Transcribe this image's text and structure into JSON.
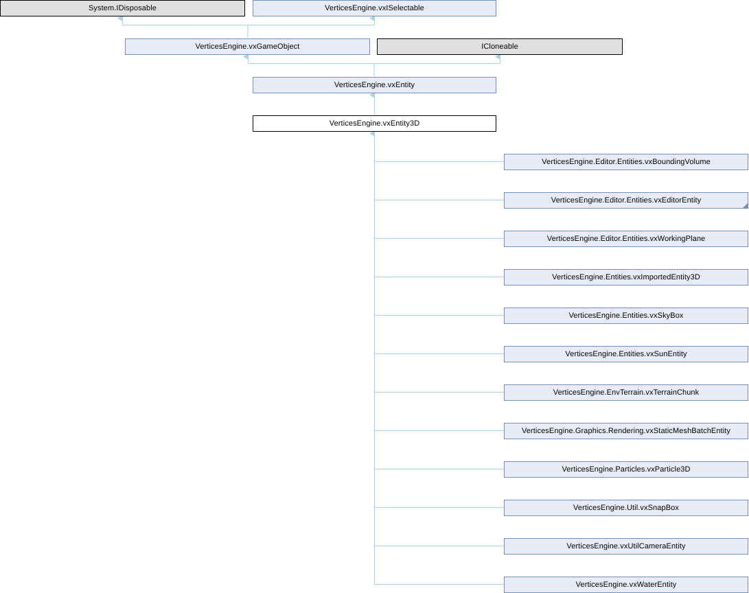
{
  "diagram": {
    "kind": "inheritance-diagram",
    "title": "VerticesEngine.vxEntity3D",
    "edge_color": "#a8d2e6",
    "arrow_color": "#a8d2e6",
    "lib_fill": "#e7ebf6",
    "lib_border": "#7c8cba",
    "ext_fill": "#e0e0e0",
    "ext_border": "#000000",
    "current_fill": "#ffffff",
    "current_border": "#000000"
  },
  "nodes": {
    "idisposable": {
      "label": "System.IDisposable"
    },
    "vxiselectable": {
      "label": "VerticesEngine.vxISelectable"
    },
    "vxgameobject": {
      "label": "VerticesEngine.vxGameObject"
    },
    "icloneable": {
      "label": "ICloneable"
    },
    "vxentity": {
      "label": "VerticesEngine.vxEntity"
    },
    "vxentity3d": {
      "label": "VerticesEngine.vxEntity3D"
    }
  },
  "derived": [
    {
      "label": "VerticesEngine.Editor.Entities.vxBoundingVolume"
    },
    {
      "label": "VerticesEngine.Editor.Entities.vxEditorEntity"
    },
    {
      "label": "VerticesEngine.Editor.Entities.vxWorkingPlane"
    },
    {
      "label": "VerticesEngine.Entities.vxImportedEntity3D"
    },
    {
      "label": "VerticesEngine.Entities.vxSkyBox"
    },
    {
      "label": "VerticesEngine.Entities.vxSunEntity"
    },
    {
      "label": "VerticesEngine.EnvTerrain.vxTerrainChunk"
    },
    {
      "label": "VerticesEngine.Graphics.Rendering.vxStaticMeshBatchEntity"
    },
    {
      "label": "VerticesEngine.Particles.vxParticle3D"
    },
    {
      "label": "VerticesEngine.Util.vxSnapBox"
    },
    {
      "label": "VerticesEngine.vxUtilCameraEntity"
    },
    {
      "label": "VerticesEngine.vxWaterEntity"
    }
  ]
}
